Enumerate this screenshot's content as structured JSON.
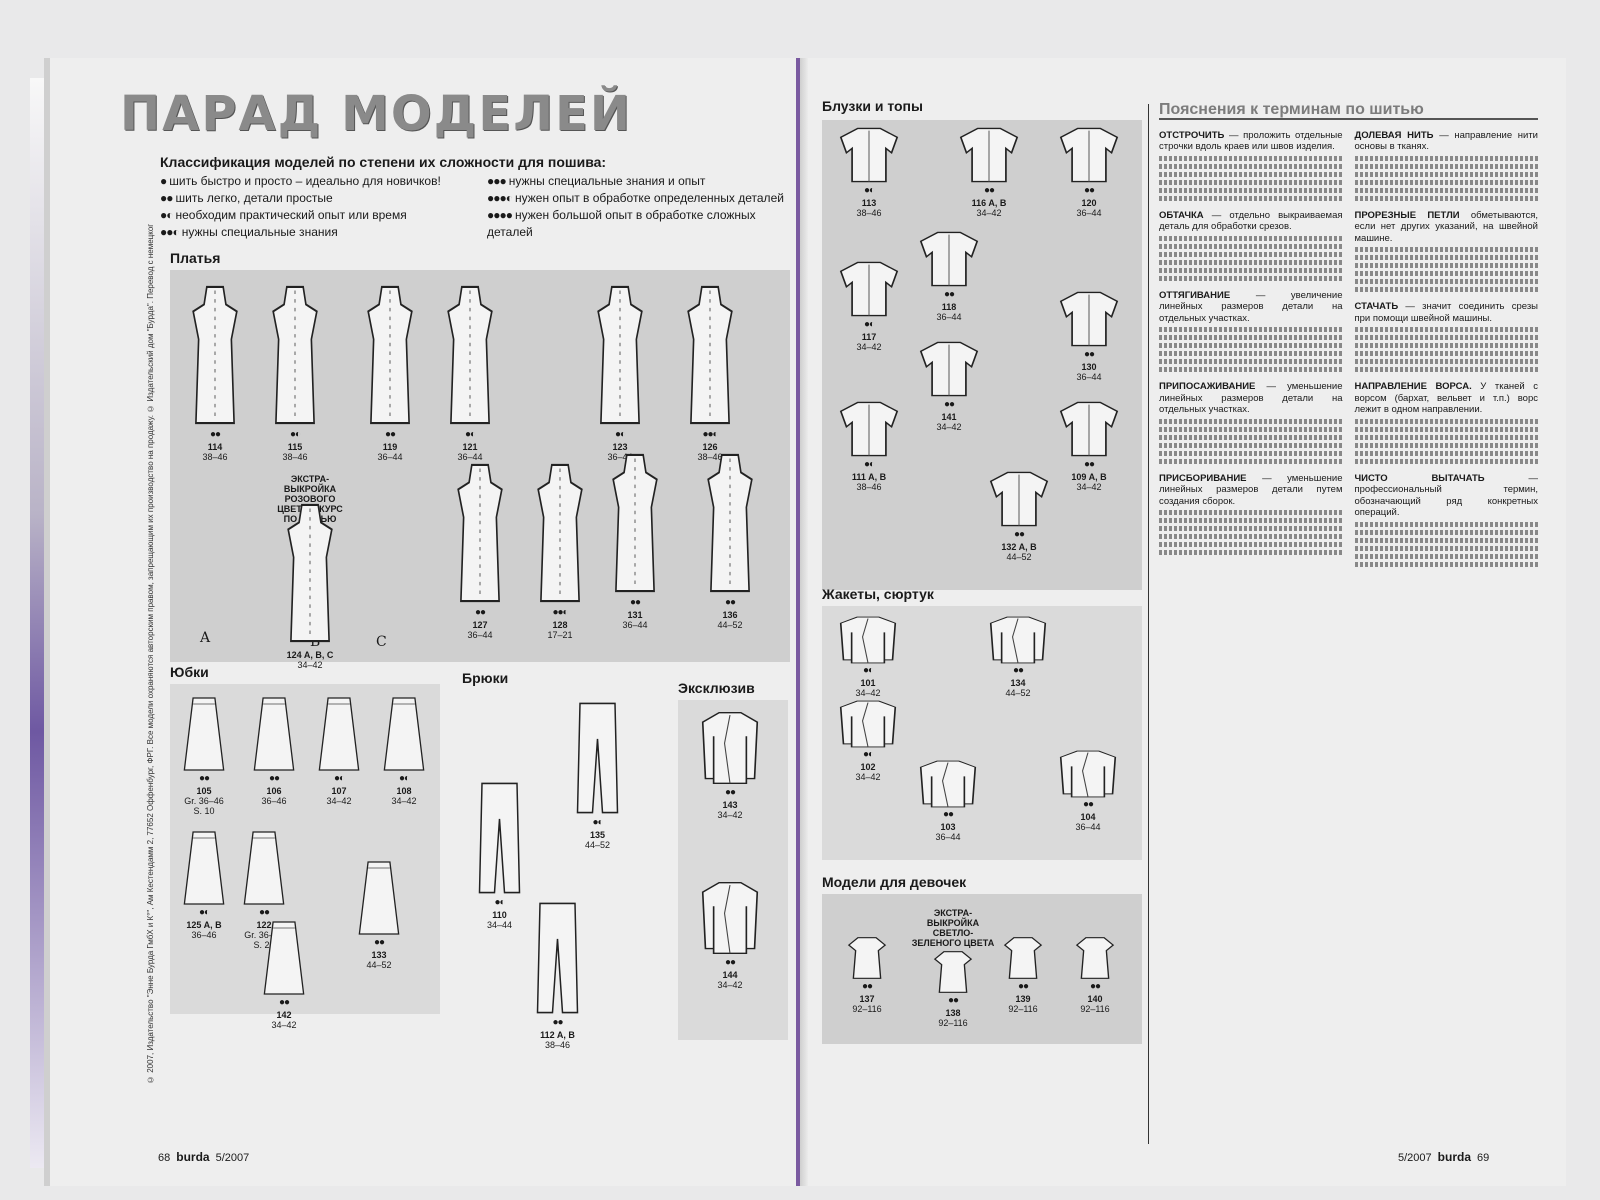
{
  "left_page": {
    "title": "ПАРАД МОДЕЛЕЙ",
    "legend": {
      "heading": "Классификация моделей по степени их сложности для пошива:",
      "levels": [
        {
          "dots": "●",
          "text": "шить быстро и просто – идеально для новичков!"
        },
        {
          "dots": "●●",
          "text": "шить легко, детали простые"
        },
        {
          "dots": "●◐",
          "text": "необходим практический опыт или время"
        },
        {
          "dots": "●●◐",
          "text": "нужны специальные знания"
        },
        {
          "dots": "●●●",
          "text": "нужны специальные знания и опыт"
        },
        {
          "dots": "●●●◐",
          "text": "нужен опыт в обработке определенных деталей"
        },
        {
          "dots": "●●●●",
          "text": "нужен большой опыт в обработке сложных деталей"
        }
      ]
    },
    "copyright": "© 2007, Издательство \"Энне Бурда ГмбХ и К°\", Ам Кестендамм 2, 77652 Оффенбург, ФРГ. Все модели охраняются авторским правом, запрещающим их производство на продажу. © Издательский дом \"Бурда\". Перевод с немецкого языка, 2007.",
    "sections": {
      "dresses": "Платья",
      "skirts": "Юбки",
      "trousers": "Брюки",
      "exclusive": "Эксклюзив"
    },
    "extra_dress": "ЭКСТРА-ВЫКРОЙКА РОЗОВОГО ЦВЕТА И КУРС ПО ШИТЬЮ",
    "variants": {
      "a": "A",
      "b": "B",
      "c": "C"
    },
    "dresses": [
      {
        "num": "114",
        "size": "38–46",
        "dots": "●●"
      },
      {
        "num": "115",
        "size": "38–46",
        "dots": "●◐"
      },
      {
        "num": "119",
        "size": "36–44",
        "dots": "●●"
      },
      {
        "num": "121",
        "size": "36–44",
        "dots": "●◐"
      },
      {
        "num": "123",
        "size": "36–44",
        "dots": "●◐"
      },
      {
        "num": "126",
        "size": "38–46",
        "dots": "●●◐"
      },
      {
        "num": "124 A, B, C",
        "size": "34–42",
        "dots": ""
      },
      {
        "num": "127",
        "size": "36–44",
        "dots": "●●"
      },
      {
        "num": "128",
        "size": "17–21",
        "dots": "●●◐"
      },
      {
        "num": "131",
        "size": "36–44",
        "dots": "●●"
      },
      {
        "num": "136",
        "size": "44–52",
        "dots": "●●"
      }
    ],
    "skirts": [
      {
        "num": "105",
        "size": "Gr. 36–46",
        "extra": "S. 10",
        "dots": "●●"
      },
      {
        "num": "106",
        "size": "36–46",
        "dots": "●●"
      },
      {
        "num": "107",
        "size": "34–42",
        "dots": "●◐"
      },
      {
        "num": "108",
        "size": "34–42",
        "dots": "●◐"
      },
      {
        "num": "122",
        "size": "Gr. 36–44",
        "extra": "S. 22",
        "dots": "●●"
      },
      {
        "num": "125 A, B",
        "size": "36–46",
        "dots": "●◐"
      },
      {
        "num": "142",
        "size": "34–42",
        "dots": "●●"
      },
      {
        "num": "133",
        "size": "44–52",
        "dots": "●●"
      }
    ],
    "trousers": [
      {
        "num": "135",
        "size": "44–52",
        "dots": "●◐"
      },
      {
        "num": "110",
        "size": "34–44",
        "dots": "●◐"
      },
      {
        "num": "112 A, B",
        "size": "38–46",
        "dots": "●●"
      }
    ],
    "exclusive": [
      {
        "num": "143",
        "size": "34–42",
        "dots": "●●"
      },
      {
        "num": "144",
        "size": "34–42",
        "dots": "●●"
      }
    ],
    "footer": {
      "page": "68",
      "brand": "burda",
      "issue": "5/2007"
    }
  },
  "right_page": {
    "sections": {
      "blouses": "Блузки и топы",
      "jackets": "Жакеты, сюртук",
      "girls": "Модели для девочек"
    },
    "extra_girls": "ЭКСТРА-ВЫКРОЙКА СВЕТЛО-ЗЕЛЕНОГО ЦВЕТА",
    "blouses": [
      {
        "num": "113",
        "size": "38–46",
        "dots": "●◐"
      },
      {
        "num": "116 A, B",
        "size": "34–42",
        "dots": "●●"
      },
      {
        "num": "120",
        "size": "36–44",
        "dots": "●●"
      },
      {
        "num": "118",
        "size": "36–44",
        "dots": "●●"
      },
      {
        "num": "117",
        "size": "34–42",
        "dots": "●◐"
      },
      {
        "num": "141",
        "size": "34–42",
        "dots": "●●"
      },
      {
        "num": "130",
        "size": "36–44",
        "dots": "●●"
      },
      {
        "num": "109 A, B",
        "size": "34–42",
        "dots": "●●"
      },
      {
        "num": "111 A, B",
        "size": "38–46",
        "dots": "●◐"
      },
      {
        "num": "132 A, B",
        "size": "44–52",
        "dots": "●●"
      }
    ],
    "jackets": [
      {
        "num": "101",
        "size": "34–42",
        "dots": "●◐"
      },
      {
        "num": "134",
        "size": "44–52",
        "dots": "●●"
      },
      {
        "num": "102",
        "size": "34–42",
        "dots": "●◐"
      },
      {
        "num": "103",
        "size": "36–44",
        "dots": "●●"
      },
      {
        "num": "104",
        "size": "36–44",
        "dots": "●●"
      }
    ],
    "girls": [
      {
        "num": "137",
        "size": "92–116",
        "dots": "●●"
      },
      {
        "num": "138",
        "size": "92–116",
        "dots": "●●"
      },
      {
        "num": "139",
        "size": "92–116",
        "dots": "●●"
      },
      {
        "num": "140",
        "size": "92–116",
        "dots": "●●"
      }
    ],
    "glossary": {
      "heading": "Пояснения к терминам по шитью",
      "terms": [
        {
          "term": "ОТСТРОЧИТЬ",
          "text": "— проложить отдельные строчки вдоль краев или швов изделия."
        },
        {
          "term": "ОБТАЧКА",
          "text": "— отдельно выкраиваемая деталь для обработки срезов."
        },
        {
          "term": "ОТТЯГИВАНИЕ",
          "text": "— увеличение линейных размеров детали на отдельных участках."
        },
        {
          "term": "ПРИПОСАЖИВАНИЕ",
          "text": "— уменьшение линейных размеров детали на отдельных участках."
        },
        {
          "term": "ПРИСБОРИВАНИЕ",
          "text": "— уменьшение линейных размеров детали путем создания сборок."
        },
        {
          "term": "ДОЛЕВАЯ НИТЬ",
          "text": "— направление нити основы в тканях."
        },
        {
          "term": "ПРОРЕЗНЫЕ ПЕТЛИ",
          "text": "обметываются, если нет других указаний, на швейной машине."
        },
        {
          "term": "СТАЧАТЬ",
          "text": "— значит соединить срезы при помощи швейной машины."
        },
        {
          "term": "НАПРАВЛЕНИЕ ВОРСА.",
          "text": "У тканей с ворсом (бархат, вельвет и т.п.) ворс лежит в одном направлении."
        },
        {
          "term": "ЧИСТО ВЫТАЧАТЬ",
          "text": "— профессиональный термин, обозначающий ряд конкретных операций."
        }
      ]
    },
    "footer": {
      "issue": "5/2007",
      "brand": "burda",
      "page": "69"
    }
  }
}
